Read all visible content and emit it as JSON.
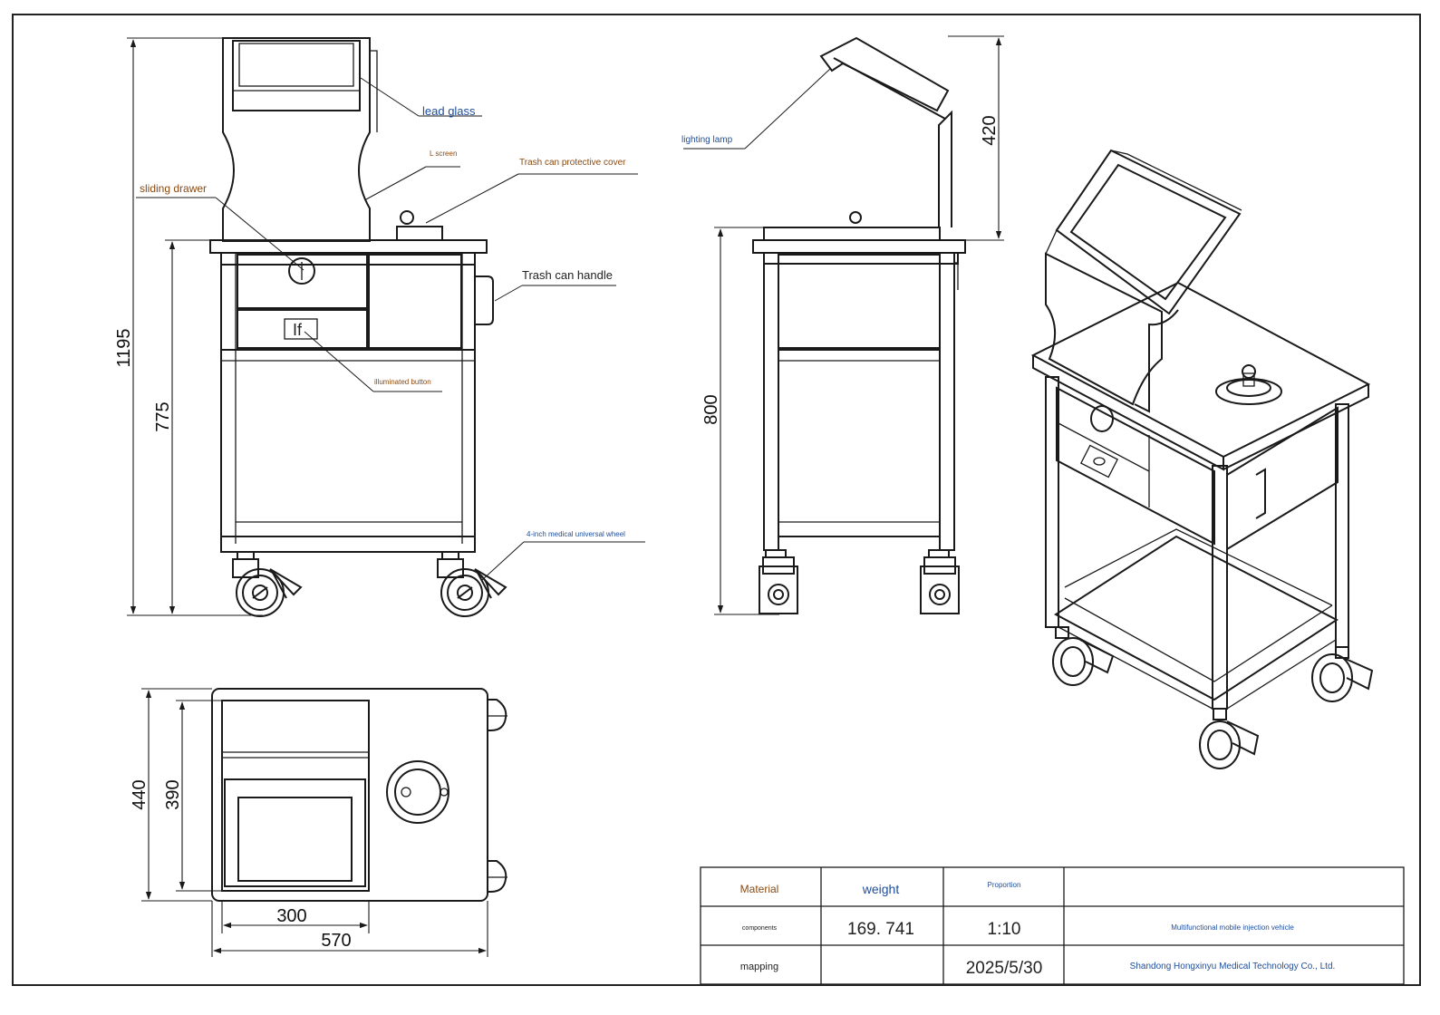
{
  "callouts": {
    "lead_glass": "lead glass",
    "l_screen": "L screen",
    "trash_can_protective_cover": "Trash can protective cover",
    "sliding_drawer": "sliding drawer",
    "trash_can_handle": "Trash can handle",
    "illuminated_button": "illuminated button",
    "wheel": "4-inch medical universal wheel",
    "lighting_lamp": "lighting lamp",
    "button_glyph": "If"
  },
  "dimensions": {
    "front_total_height": "1195",
    "front_table_height": "775",
    "side_table_height": "800",
    "side_lamp_height": "420",
    "top_depth_outer": "440",
    "top_depth_inner": "390",
    "top_screen_width": "300",
    "top_total_width": "570"
  },
  "title_block": {
    "material_label": "Material",
    "weight_label": "weight",
    "proportion_label": "Proportion",
    "components_label": "components",
    "weight_value": "169. 741",
    "proportion_value": "1:10",
    "product_name": "Multifunctional mobile injection vehicle",
    "mapping_label": "mapping",
    "date_value": "2025/5/30",
    "company": "Shandong Hongxinyu Medical Technology Co., Ltd."
  },
  "colors": {
    "label_blue": "#1f4e9c",
    "label_brown": "#8a4a12",
    "line": "#1a1a1a"
  }
}
